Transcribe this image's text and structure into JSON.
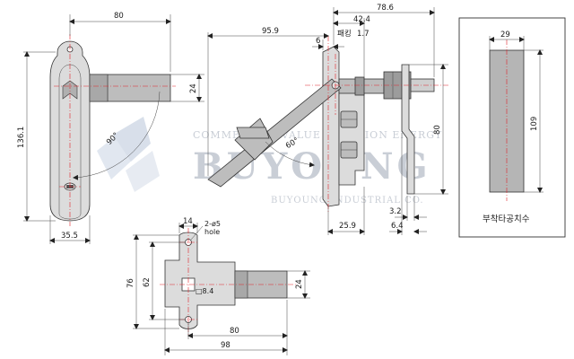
{
  "watermark": {
    "line1": "COMMERCIAL VALUE CREATION ENERGY",
    "brand": "BUYOUNG",
    "line2": "BUYOUNG INDUSTRIAL CO."
  },
  "front_view": {
    "width_80": "80",
    "height_136_1": "136.1",
    "width_35_5": "35.5",
    "handle_24": "24",
    "angle_90": "90°"
  },
  "side_view": {
    "total_78_6": "78.6",
    "len_42_4": "42.4",
    "packing_label": "패킹",
    "packing_1_7": "1.7",
    "len_95_9": "95.9",
    "gap_6": "6",
    "angle_60": "60°",
    "height_80": "80",
    "base_25_9": "25.9",
    "plate_3_2": "3.2",
    "plate_6_4": "6.4"
  },
  "cutout": {
    "width_29": "29",
    "height_109": "109",
    "caption": "부착타공치수"
  },
  "bottom_view": {
    "top_14": "14",
    "holes_note_1": "2-ø5",
    "holes_note_2": "hole",
    "height_76": "76",
    "height_62": "62",
    "square_8_4": "□8.4",
    "handle_24": "24",
    "len_80": "80",
    "len_98": "98"
  },
  "colors": {
    "centerline": "#e0242a",
    "outline": "#333333",
    "watermark": "#c9ced6"
  }
}
